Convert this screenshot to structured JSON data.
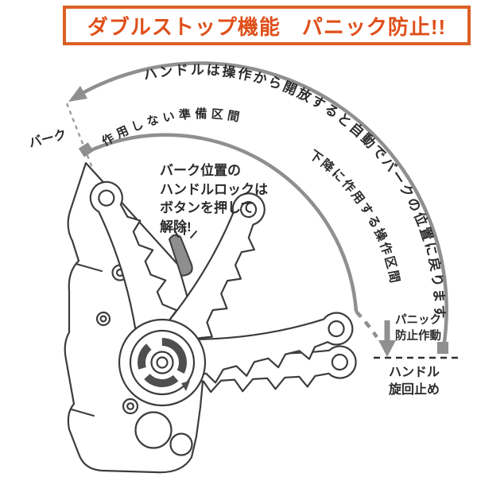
{
  "title": {
    "text": "ダブルストップ機能　パニック防止!!",
    "text_color": "#df4f1a",
    "border_color": "#dc6026"
  },
  "colors": {
    "arc_gray": "#8f8f8f",
    "line_art": "#3c3c3c",
    "label_text": "#2b2b2b",
    "lock_button_gray": "#8e8e8e",
    "cam_ring_dark": "#4f4f4f"
  },
  "diagram": {
    "outer_arc_label": "ハンドルは操作から開放すると自動でバークの位置に戻ります",
    "park_label": "バーク",
    "ready_zone_label": "作用しない準備区間",
    "descent_zone_label": "下降に作用する操作区間",
    "unlock_note_lines": [
      "バーク位置の",
      "ハンドルロックは",
      "ボタンを押して",
      "解除!"
    ],
    "panic_stop_lines": [
      "パニック",
      "防止作動"
    ],
    "handle_stop_lines": [
      "ハンドル",
      "旋回止め"
    ]
  }
}
